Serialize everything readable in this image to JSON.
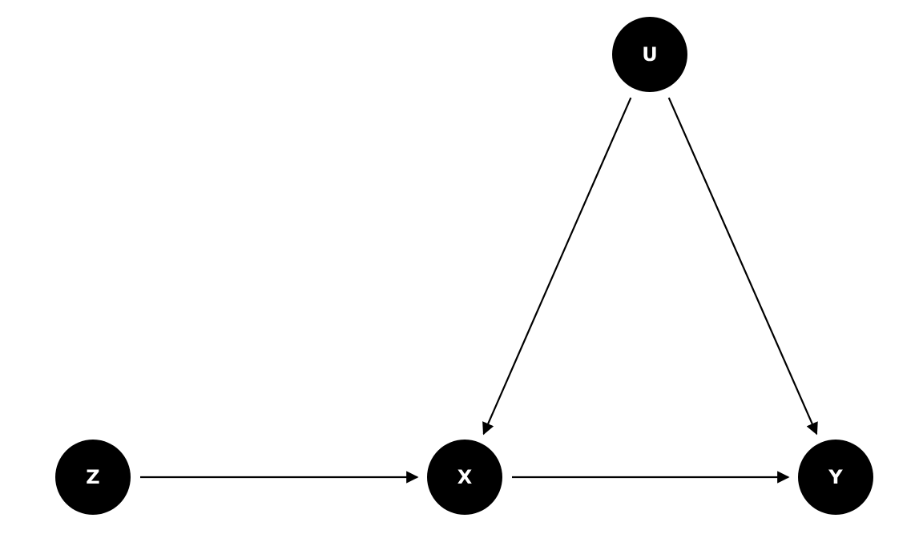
{
  "diagram": {
    "type": "directed-acyclic-graph",
    "nodes": [
      {
        "id": "U",
        "label": "U"
      },
      {
        "id": "Z",
        "label": "Z"
      },
      {
        "id": "X",
        "label": "X"
      },
      {
        "id": "Y",
        "label": "Y"
      }
    ],
    "edges": [
      {
        "from": "Z",
        "to": "X"
      },
      {
        "from": "X",
        "to": "Y"
      },
      {
        "from": "U",
        "to": "X"
      },
      {
        "from": "U",
        "to": "Y"
      }
    ]
  },
  "colors": {
    "node_fill": "#000000",
    "node_text": "#ffffff",
    "edge": "#000000",
    "background": "#ffffff"
  }
}
